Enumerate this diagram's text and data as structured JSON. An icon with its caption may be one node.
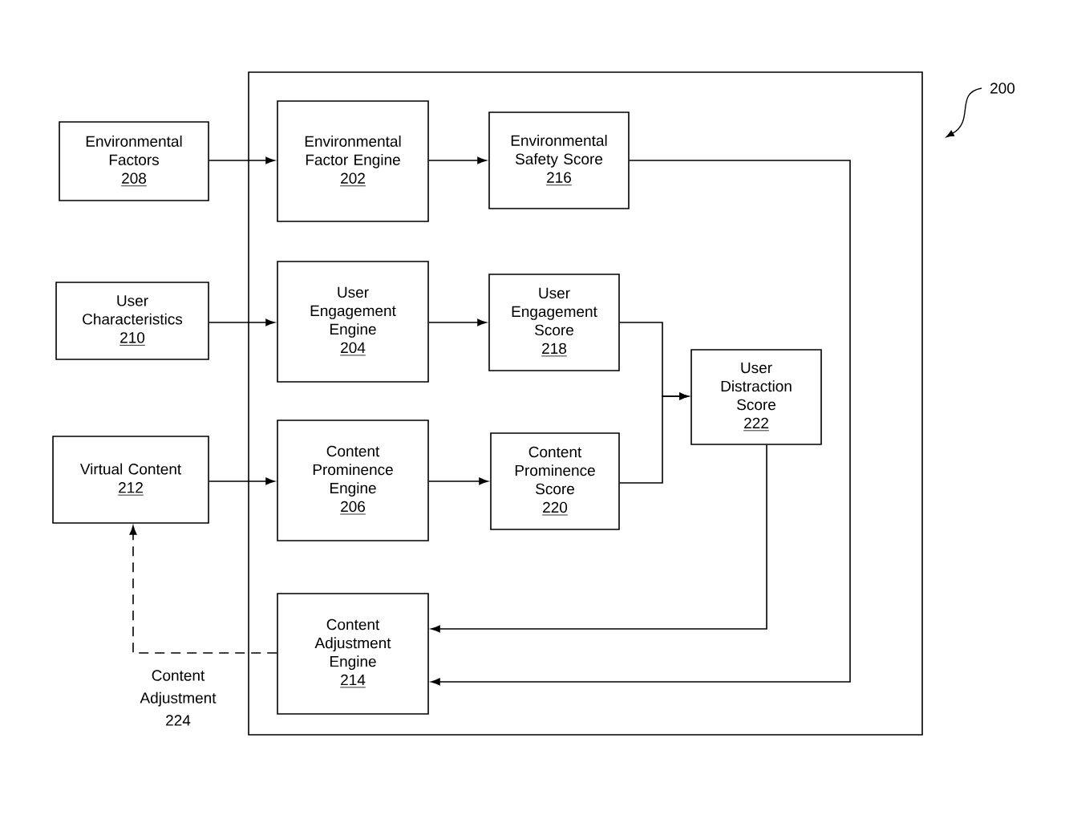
{
  "diagram": {
    "nodes": [
      {
        "text": [],
        "shape": "box"
      },
      {
        "text": [
          "Environmental Factors",
          "208"
        ]
      },
      {
        "text": [
          "Environmental Factor Engine",
          "202"
        ],
        "in": 0
      },
      {
        "text": [
          "Environmental Safety Score",
          "216"
        ],
        "in": 0
      },
      {
        "text": [
          "User Characteristics",
          "210"
        ]
      },
      {
        "text": [
          "User Engagement Engine",
          "204"
        ],
        "in": 0
      },
      {
        "text": [
          "User Engagement Score",
          "218"
        ],
        "in": 0
      },
      {
        "text": [
          "User Distraction Score",
          "222"
        ],
        "in": 0
      },
      {
        "text": [
          "Virtual Content",
          "212"
        ]
      },
      {
        "text": [
          "Content Prominence Engine",
          "206"
        ],
        "in": 0
      },
      {
        "text": [
          "Content Prominence Score",
          "220"
        ],
        "in": 0
      },
      {
        "text": [
          "Content Adjustment Engine",
          "214"
        ],
        "in": 0
      }
    ],
    "edges": [
      {
        "from": 1,
        "to": 2,
        "arrow": "to"
      },
      {
        "from": 2,
        "to": 3,
        "arrow": "to"
      },
      {
        "from": 4,
        "to": 5,
        "arrow": "to"
      },
      {
        "from": 5,
        "to": 6,
        "arrow": "to"
      },
      {
        "from": 8,
        "to": 9,
        "arrow": "to"
      },
      {
        "from": 9,
        "to": 10,
        "arrow": "to"
      },
      {
        "from": 6,
        "to": 7,
        "arrow": "to"
      },
      {
        "from": 10,
        "to": 7,
        "arrow": "to"
      },
      {
        "from": 7,
        "to": 11,
        "arrow": "to"
      },
      {
        "from": 3,
        "to": 11,
        "arrow": "to"
      },
      {
        "from": 11,
        "to": 8,
        "arrow": "to",
        "style": "dashed",
        "label": "Content Adjustment 224"
      }
    ],
    "labels": [
      "200"
    ]
  }
}
